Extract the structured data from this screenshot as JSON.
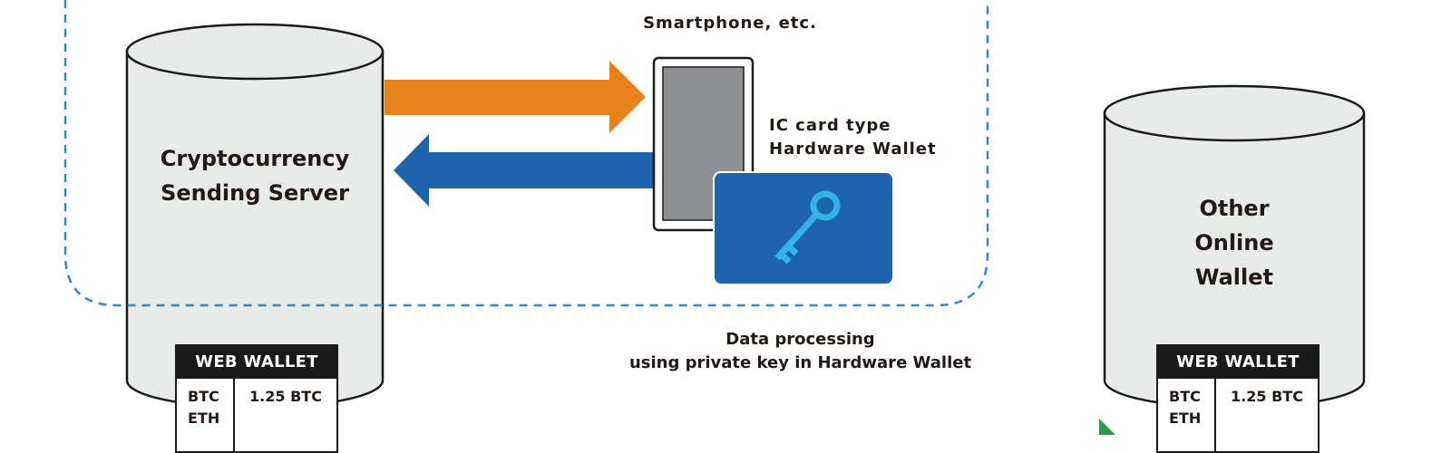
{
  "labels": {
    "smartphone": "Smartphone, etc.",
    "ic_card_line1": "IC card type",
    "ic_card_line2": "Hardware Wallet",
    "server_line1": "Cryptocurrency",
    "server_line2": "Sending Server",
    "other_line1": "Other",
    "other_line2": "Online",
    "other_line3": "Wallet",
    "processing_line1": "Data processing",
    "processing_line2": "using private key in Hardware Wallet"
  },
  "wallets": [
    {
      "header": "WEB WALLET",
      "currencies": [
        "BTC",
        "ETH"
      ],
      "amount": "1.25 BTC"
    },
    {
      "header": "WEB WALLET",
      "currencies": [
        "BTC",
        "ETH"
      ],
      "amount": "1.25 BTC"
    }
  ],
  "colors": {
    "send_arrow": "#e8821a",
    "return_arrow": "#1d63ad",
    "dashed_border": "#2b8ccc",
    "card": "#1d63ad",
    "key": "#33b4e6",
    "cylinder": "#e9eaea",
    "phone_screen": "#8e9092",
    "green_arrow": "#2a9d4a"
  },
  "icons": {
    "card_icon": "key-icon"
  }
}
